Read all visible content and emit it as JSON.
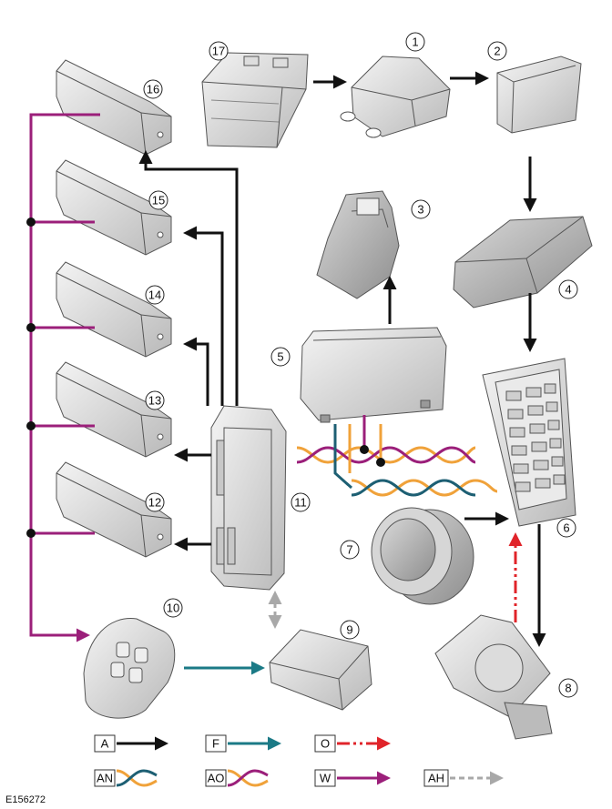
{
  "diagram": {
    "reference": "E156272",
    "callouts": [
      "1",
      "2",
      "3",
      "4",
      "5",
      "6",
      "7",
      "8",
      "9",
      "10",
      "11",
      "12",
      "13",
      "14",
      "15",
      "16",
      "17"
    ],
    "legend": {
      "A": "A",
      "F": "F",
      "O": "O",
      "AN": "AN",
      "AO": "AO",
      "W": "W",
      "AH": "AH"
    }
  },
  "colors": {
    "black": "#111111",
    "teal": "#1b7a86",
    "red": "#e0242a",
    "purple": "#9b1f7a",
    "orange": "#f0a23a",
    "dark_teal": "#1d5f73",
    "grey": "#a8a8a8"
  }
}
